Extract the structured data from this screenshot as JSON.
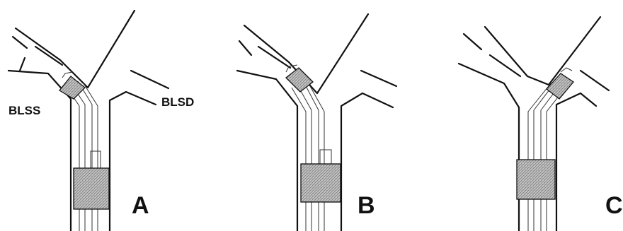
{
  "labels": {
    "left_bronchus": "BLSS",
    "right_bronchus": "BLSD"
  },
  "panels": [
    {
      "letter": "A",
      "bronchial_cuff_side": "left"
    },
    {
      "letter": "B",
      "bronchial_cuff_side": "left"
    },
    {
      "letter": "C",
      "bronchial_cuff_side": "right"
    }
  ]
}
